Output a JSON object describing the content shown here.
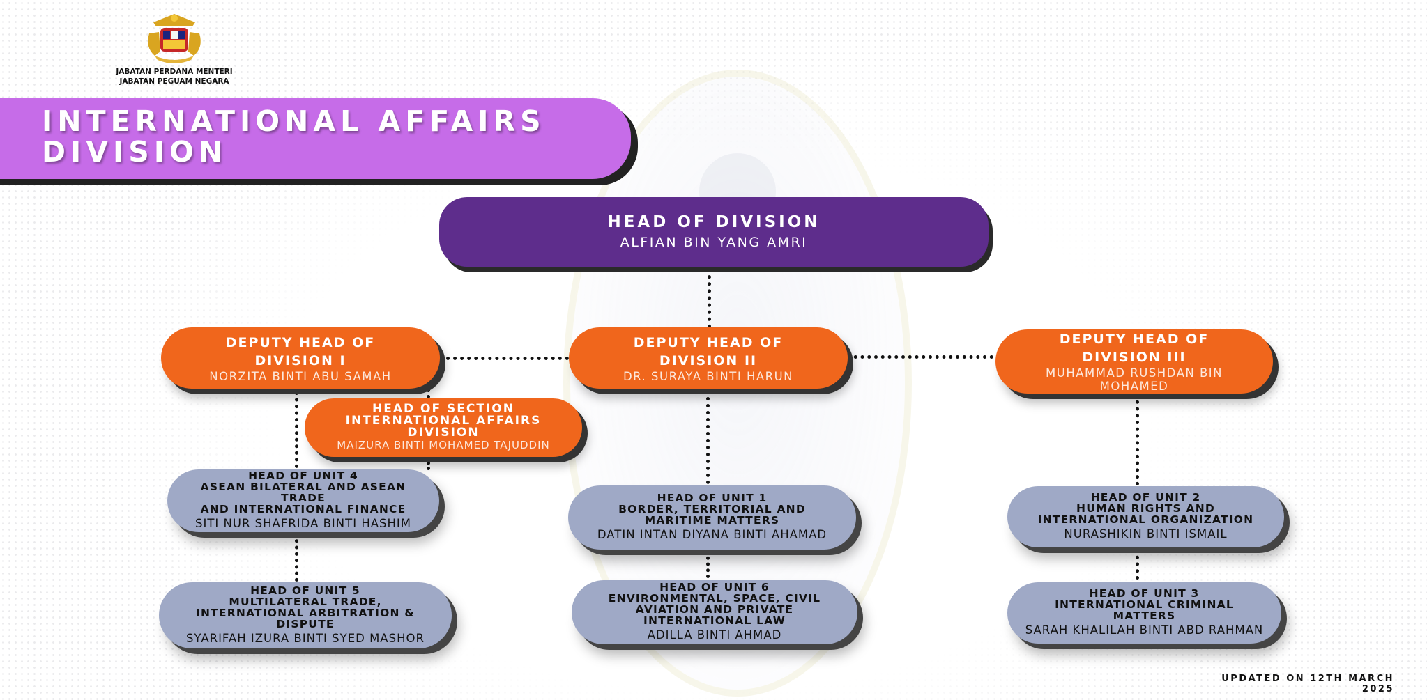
{
  "header": {
    "agency_line1": "JABATAN PERDANA MENTERI",
    "agency_line2": "JABATAN PEGUAM NEGARA",
    "title_line1": "INTERNATIONAL AFFAIRS",
    "title_line2": "DIVISION"
  },
  "head": {
    "title": "HEAD OF DIVISION",
    "name": "ALFIAN BIN YANG AMRI"
  },
  "deputies": [
    {
      "title_line1": "DEPUTY HEAD OF",
      "title_line2": "DIVISION I",
      "name": "NORZITA BINTI ABU SAMAH"
    },
    {
      "title_line1": "DEPUTY HEAD OF",
      "title_line2": "DIVISION II",
      "name": "DR. SURAYA BINTI HARUN"
    },
    {
      "title_line1": "DEPUTY HEAD OF",
      "title_line2": "DIVISION III",
      "name_line1": "MUHAMMAD RUSHDAN BIN",
      "name_line2": "MOHAMED"
    }
  ],
  "section": {
    "title_line1": "HEAD OF SECTION",
    "title_line2": "INTERNATIONAL AFFAIRS",
    "title_line3": "DIVISION",
    "name": "MAIZURA BINTI MOHAMED TAJUDDIN"
  },
  "units": {
    "unit4": {
      "lines": [
        "HEAD OF UNIT 4",
        "ASEAN BILATERAL AND ASEAN TRADE",
        "AND INTERNATIONAL FINANCE"
      ],
      "name": "SITI NUR SHAFRIDA BINTI HASHIM"
    },
    "unit5": {
      "lines": [
        "HEAD OF UNIT 5",
        "MULTILATERAL TRADE,",
        "INTERNATIONAL ARBITRATION &",
        "DISPUTE"
      ],
      "name": "SYARIFAH IZURA BINTI SYED MASHOR"
    },
    "unit1": {
      "lines": [
        "HEAD OF UNIT 1",
        "BORDER, TERRITORIAL AND",
        "MARITIME MATTERS"
      ],
      "name": "DATIN INTAN DIYANA BINTI AHAMAD"
    },
    "unit6": {
      "lines": [
        "HEAD OF UNIT 6",
        "ENVIRONMENTAL, SPACE, CIVIL",
        "AVIATION AND PRIVATE",
        "INTERNATIONAL LAW"
      ],
      "name": "ADILLA BINTI AHMAD"
    },
    "unit2": {
      "lines": [
        "HEAD OF UNIT 2",
        "HUMAN RIGHTS AND",
        "INTERNATIONAL ORGANIZATION"
      ],
      "name": "NURASHIKIN BINTI ISMAIL"
    },
    "unit3": {
      "lines": [
        "HEAD OF UNIT 3",
        "INTERNATIONAL CRIMINAL",
        "MATTERS"
      ],
      "name": "SARAH KHALILAH BINTI ABD RAHMAN"
    }
  },
  "footer": {
    "updated": "UPDATED ON 12TH MARCH 2025"
  },
  "colors": {
    "title_banner": "#c66ce8",
    "head_box": "#5e2d8c",
    "deputy_box": "#f0661c",
    "unit_box": "#9fa9c6"
  }
}
